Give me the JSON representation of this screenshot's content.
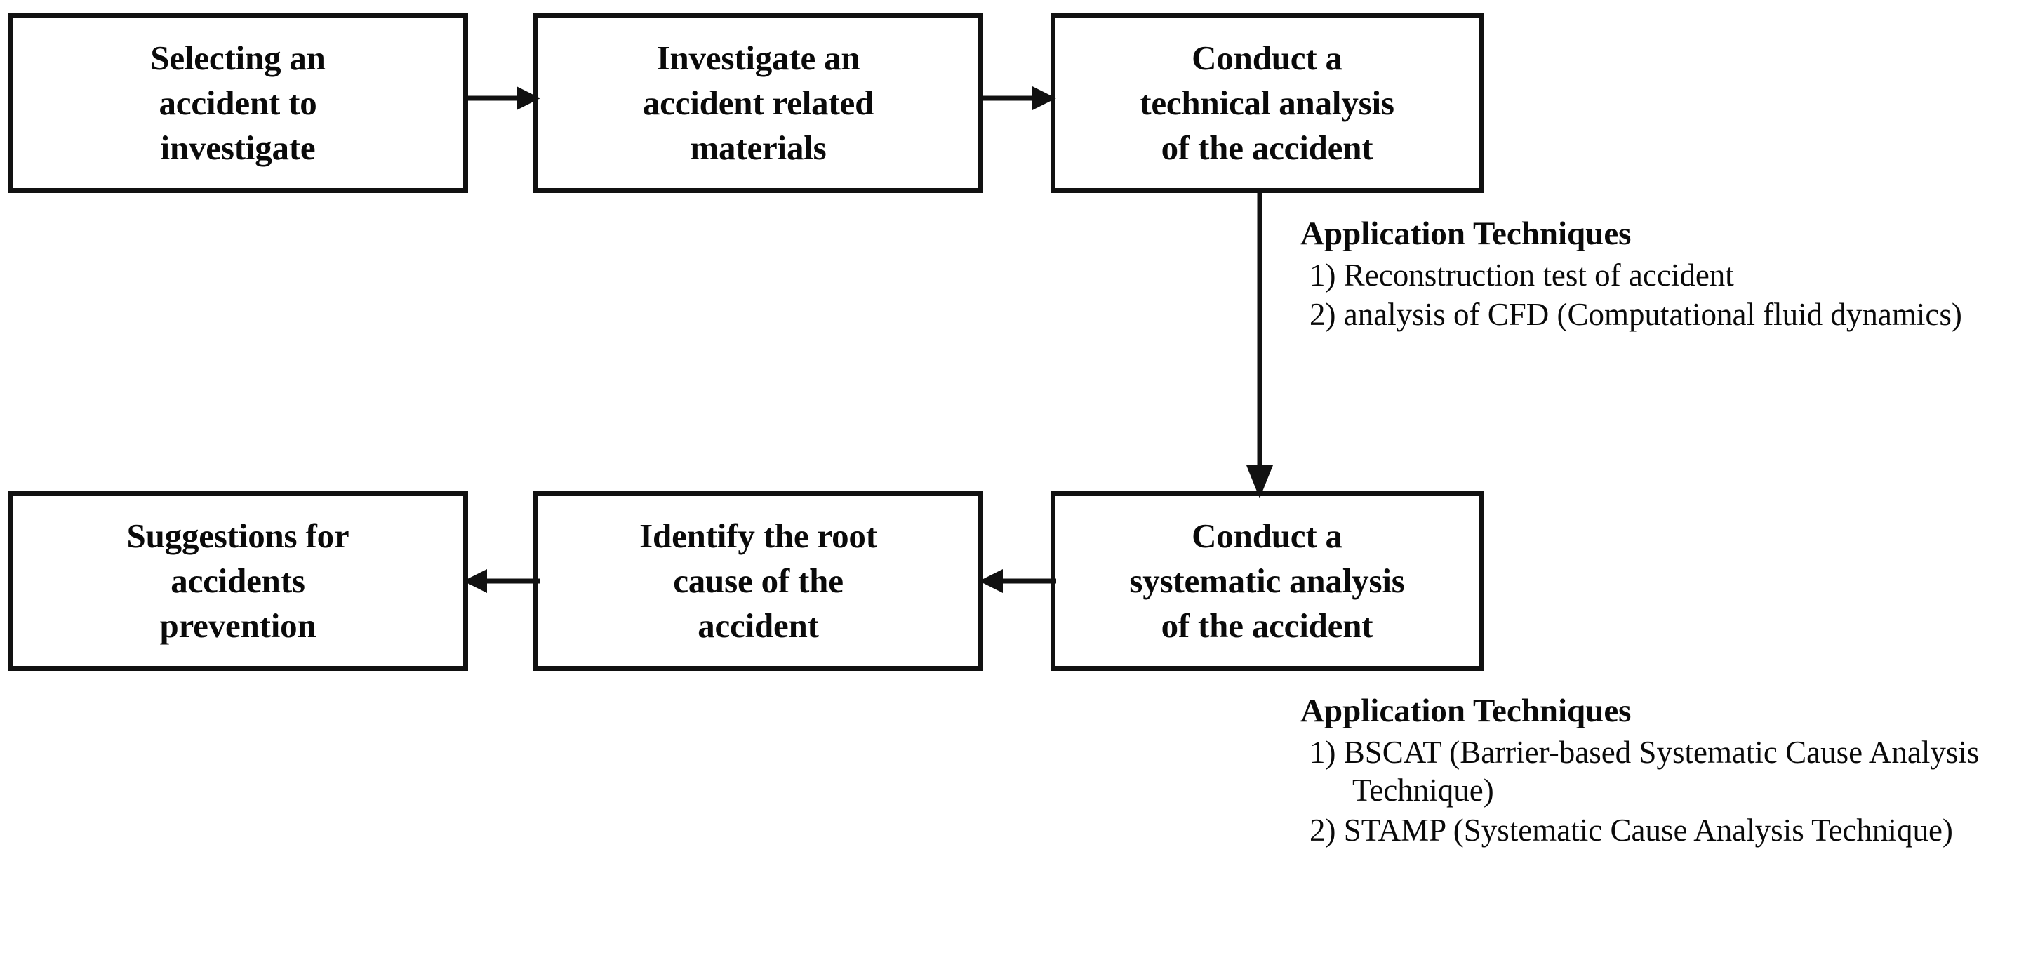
{
  "diagram": {
    "title": "Accident investigation and analysis process flowchart",
    "colors": {
      "box_border": "#111111",
      "box_fill": "#ffffff",
      "text": "#0a0a0a",
      "connector": "#111111",
      "background": "#ffffff"
    },
    "boxes": [
      {
        "id": "select",
        "label": "Selecting an\naccident to\ninvestigate"
      },
      {
        "id": "investigate",
        "label": "Investigate an\naccident related\nmaterials"
      },
      {
        "id": "technical",
        "label": "Conduct a\ntechnical analysis\nof the accident"
      },
      {
        "id": "suggestions",
        "label": "Suggestions for\naccidents\nprevention"
      },
      {
        "id": "rootcause",
        "label": "Identify the root\ncause of the\naccident"
      },
      {
        "id": "systematic",
        "label": "Conduct a\nsystematic analysis\nof the accident"
      }
    ],
    "connectors": [
      {
        "id": "select-to-investigate",
        "from": "select",
        "to": "investigate",
        "direction": "right"
      },
      {
        "id": "investigate-to-technical",
        "from": "investigate",
        "to": "technical",
        "direction": "right"
      },
      {
        "id": "technical-to-systematic",
        "from": "technical",
        "to": "systematic",
        "direction": "down"
      },
      {
        "id": "systematic-to-rootcause",
        "from": "systematic",
        "to": "rootcause",
        "direction": "left"
      },
      {
        "id": "rootcause-to-suggestions",
        "from": "rootcause",
        "to": "suggestions",
        "direction": "left"
      }
    ],
    "annotations": [
      {
        "id": "technical",
        "attached_to": "technical",
        "title": "Application Techniques",
        "items": [
          "1) Reconstruction test of accident",
          "2) analysis of CFD (Computational fluid dynamics)"
        ]
      },
      {
        "id": "systematic",
        "attached_to": "systematic",
        "title": "Application Techniques",
        "items": [
          "1) BSCAT (Barrier-based Systematic Cause Analysis Technique)",
          "2) STAMP (Systematic Cause Analysis Technique)"
        ]
      }
    ]
  }
}
